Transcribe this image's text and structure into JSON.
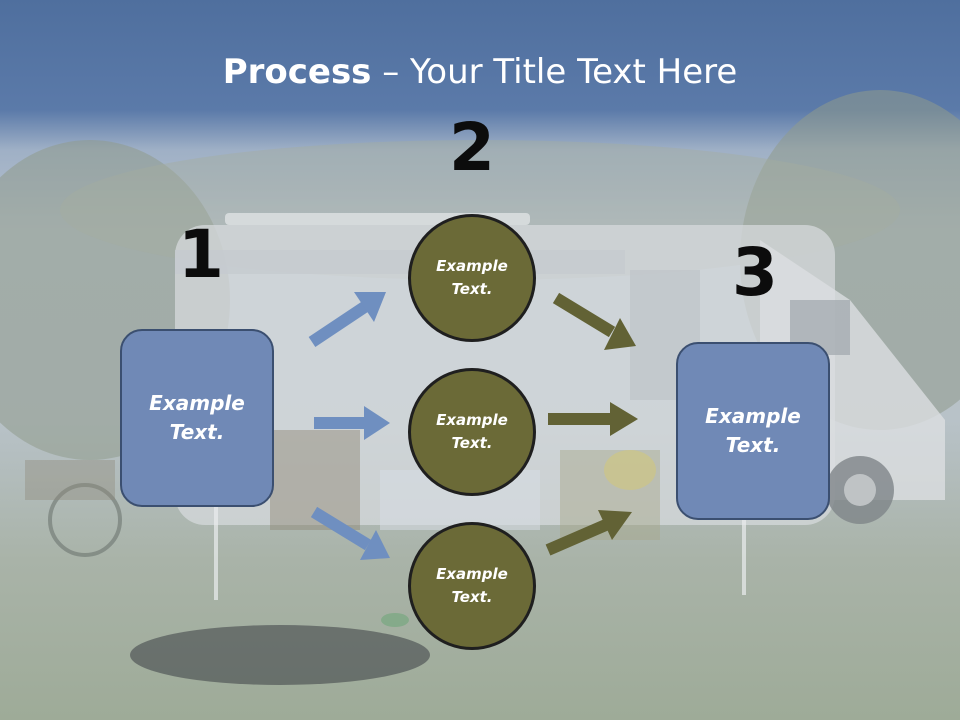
{
  "title": {
    "bold": "Process",
    "rest": " – Your Title Text Here"
  },
  "steps": [
    {
      "number": "1"
    },
    {
      "number": "2"
    },
    {
      "number": "3"
    }
  ],
  "boxes": [
    {
      "text": "Example\nText."
    },
    {
      "text": "Example\nText."
    }
  ],
  "circles": [
    {
      "text": "Example\nText."
    },
    {
      "text": "Example\nText."
    },
    {
      "text": "Example\nText."
    }
  ],
  "colors": {
    "header": "#5b7aa9",
    "box_fill": "#7089b6",
    "circle_fill": "#6b6a37",
    "arrow_blue": "#6f8fc0",
    "arrow_olive": "#626235"
  }
}
